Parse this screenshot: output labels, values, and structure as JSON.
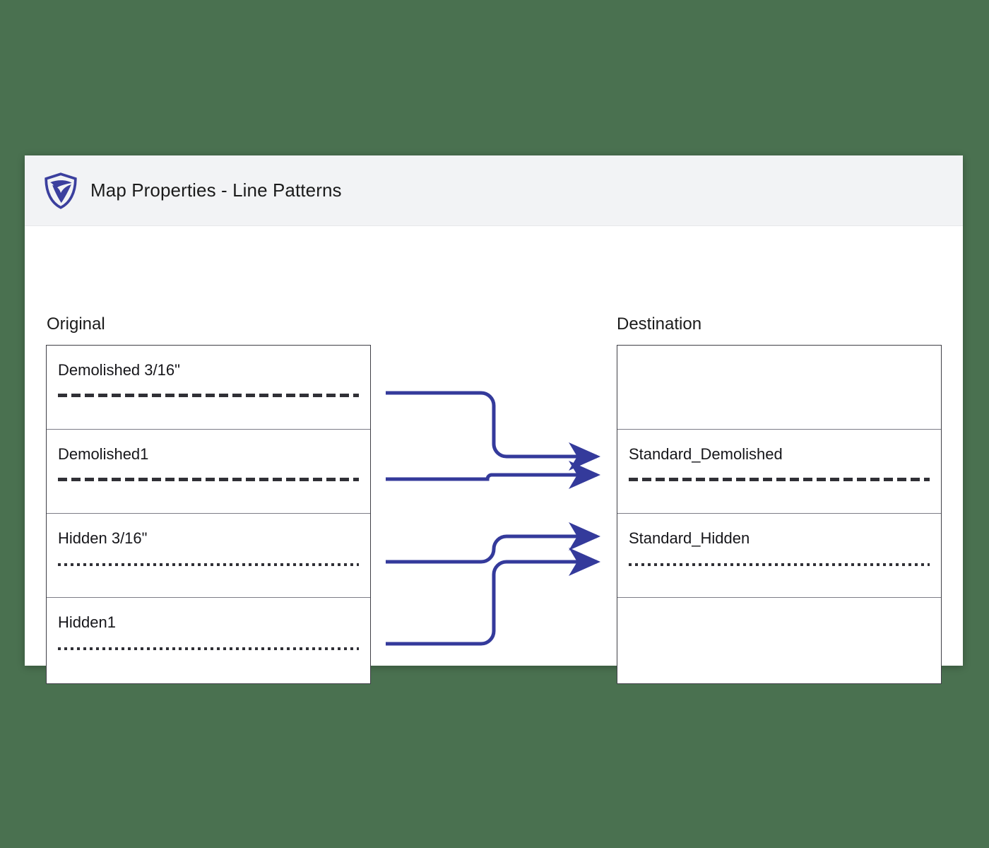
{
  "background_color": "#4a7150",
  "card": {
    "background_color": "#ffffff",
    "header": {
      "background_color": "#f2f3f5",
      "logo_icon": "shield-swirl-logo-icon",
      "logo_color": "#3b3f9e",
      "title": "Map Properties - Line Patterns"
    }
  },
  "columns": {
    "left": {
      "label": "Original",
      "rows": [
        {
          "name": "Demolished 3/16\"",
          "pattern": "dashed"
        },
        {
          "name": "Demolished1",
          "pattern": "dashed"
        },
        {
          "name": "Hidden 3/16\"",
          "pattern": "dotted"
        },
        {
          "name": "Hidden1",
          "pattern": "dotted"
        }
      ]
    },
    "right": {
      "label": "Destination",
      "rows": [
        {
          "name": "",
          "pattern": "none"
        },
        {
          "name": "Standard_Demolished",
          "pattern": "dashed"
        },
        {
          "name": "Standard_Hidden",
          "pattern": "dotted"
        },
        {
          "name": "",
          "pattern": "none"
        }
      ]
    }
  },
  "mappings": {
    "arrow_color": "#343a9b",
    "links": [
      {
        "from": "Demolished 3/16\"",
        "to": "Standard_Demolished"
      },
      {
        "from": "Demolished1",
        "to": "Standard_Demolished"
      },
      {
        "from": "Hidden 3/16\"",
        "to": "Standard_Hidden"
      },
      {
        "from": "Hidden1",
        "to": "Standard_Hidden"
      }
    ]
  }
}
